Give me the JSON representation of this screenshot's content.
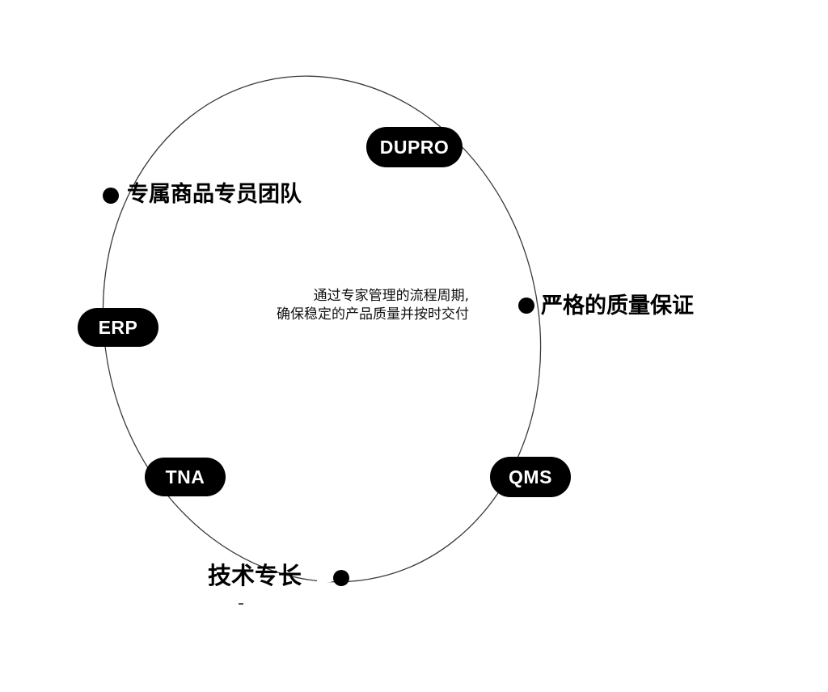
{
  "pills": {
    "dupro": "DUPRO",
    "erp": "ERP",
    "tna": "TNA",
    "qms": "QMS"
  },
  "points": {
    "team": "专属商品专员团队",
    "quality": "严格的质量保证",
    "expertise": "技术专长"
  },
  "center": {
    "line1": "通过专家管理的流程周期,",
    "line2": "确保稳定的产品质量并按时交付"
  },
  "colors": {
    "pill_bg": "#000000",
    "pill_text": "#ffffff",
    "ring": "#3a3a3a",
    "text": "#000000"
  }
}
